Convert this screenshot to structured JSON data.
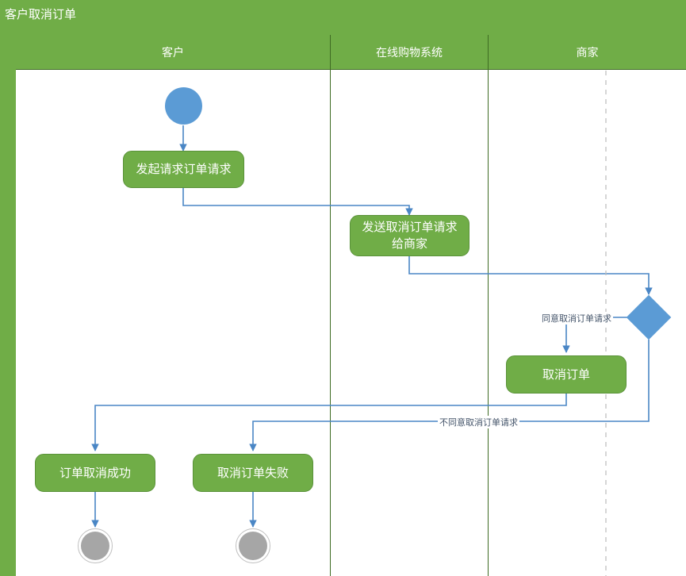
{
  "diagram": {
    "title": "客户取消订单",
    "type": "uml-activity-diagram",
    "colors": {
      "lane_header_fill": "#70AD47",
      "lane_border": "#3E6B22",
      "action_fill": "#70AD47",
      "start_fill": "#5B9BD5",
      "end_fill": "#A6A6A6",
      "decision_fill": "#5B9BD5",
      "connector": "#5B9BD5",
      "label_text": "#44546A",
      "lane_divider_dashed": "#BFBFBF"
    },
    "lanes": [
      {
        "id": "customer",
        "label": "客户"
      },
      {
        "id": "shopping-system",
        "label": "在线购物系统"
      },
      {
        "id": "merchant",
        "label": "商家"
      }
    ],
    "nodes": [
      {
        "id": "start",
        "kind": "initial",
        "lane": "customer",
        "label": ""
      },
      {
        "id": "request-cancel",
        "kind": "action",
        "lane": "customer",
        "label": "发起请求订单请求"
      },
      {
        "id": "send-cancel-to-merchant",
        "kind": "action",
        "lane": "shopping-system",
        "label": "发送取消订单请求\n给商家",
        "line1": "发送取消订单请求",
        "line2": "给商家"
      },
      {
        "id": "decision",
        "kind": "decision",
        "lane": "merchant",
        "label": ""
      },
      {
        "id": "cancel-order",
        "kind": "action",
        "lane": "merchant",
        "label": "取消订单"
      },
      {
        "id": "cancel-success",
        "kind": "action",
        "lane": "customer",
        "label": "订单取消成功"
      },
      {
        "id": "cancel-failed",
        "kind": "action",
        "lane": "customer",
        "label": "取消订单失败"
      },
      {
        "id": "end-success",
        "kind": "final",
        "lane": "customer",
        "label": ""
      },
      {
        "id": "end-failed",
        "kind": "final",
        "lane": "customer",
        "label": ""
      }
    ],
    "edges": [
      {
        "from": "start",
        "to": "request-cancel",
        "label": ""
      },
      {
        "from": "request-cancel",
        "to": "send-cancel-to-merchant",
        "label": ""
      },
      {
        "from": "send-cancel-to-merchant",
        "to": "decision",
        "label": ""
      },
      {
        "from": "decision",
        "to": "cancel-order",
        "label": "同意取消订单请求"
      },
      {
        "from": "decision",
        "to": "cancel-failed",
        "label": "不同意取消订单请求"
      },
      {
        "from": "cancel-order",
        "to": "cancel-success",
        "label": ""
      },
      {
        "from": "cancel-success",
        "to": "end-success",
        "label": ""
      },
      {
        "from": "cancel-failed",
        "to": "end-failed",
        "label": ""
      }
    ],
    "edge_labels": {
      "agree": "同意取消订单请求",
      "disagree": "不同意取消订单请求"
    }
  }
}
